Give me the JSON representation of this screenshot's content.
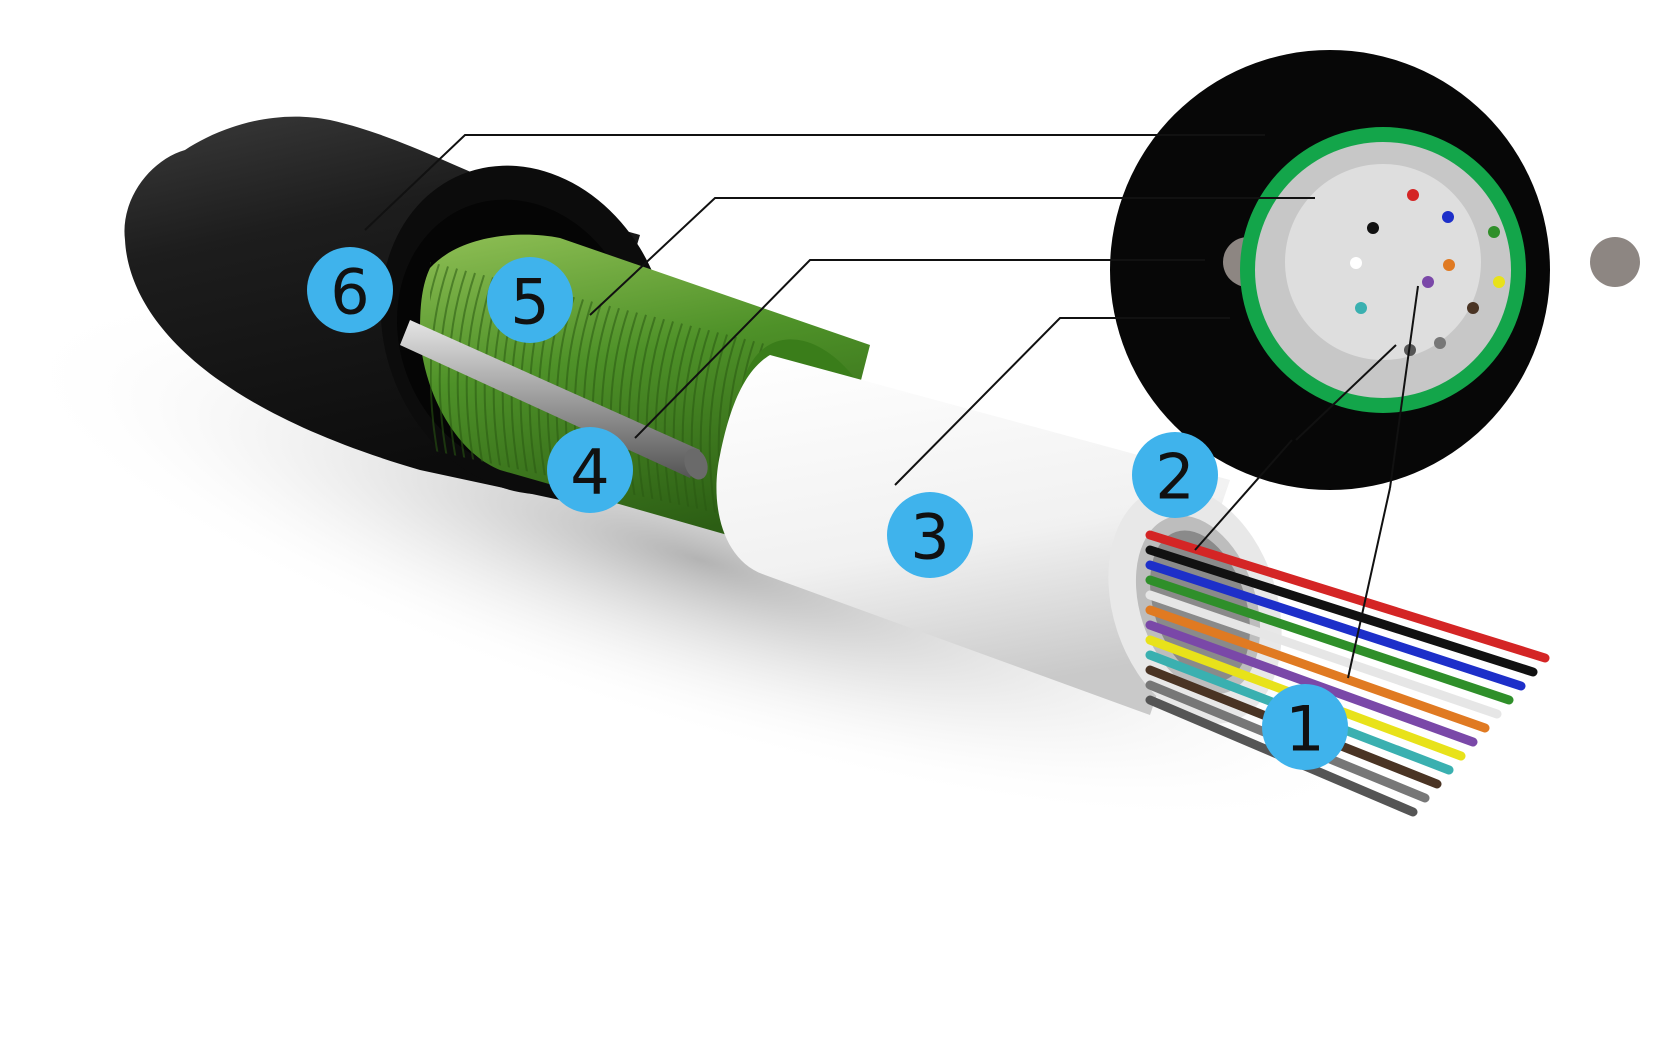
{
  "colors": {
    "badge": "#3fb3ec",
    "jacket": "#151515",
    "armor": "#3e8a1f",
    "armor_ring": "#13a54a",
    "tube": "#f3f3f3",
    "rod": "#9a9a9a",
    "line": "#111111"
  },
  "labels": [
    {
      "id": "1",
      "text": "1"
    },
    {
      "id": "2",
      "text": "2"
    },
    {
      "id": "3",
      "text": "3"
    },
    {
      "id": "4",
      "text": "4"
    },
    {
      "id": "5",
      "text": "5"
    },
    {
      "id": "6",
      "text": "6"
    }
  ],
  "fiber_colors": [
    "#d42525",
    "#111111",
    "#1d2fc9",
    "#2f8f2a",
    "#ffffff",
    "#e07a22",
    "#7a48a8",
    "#e8e21a",
    "#3ab0b0",
    "#4a3424",
    "#777777",
    "#555555"
  ]
}
